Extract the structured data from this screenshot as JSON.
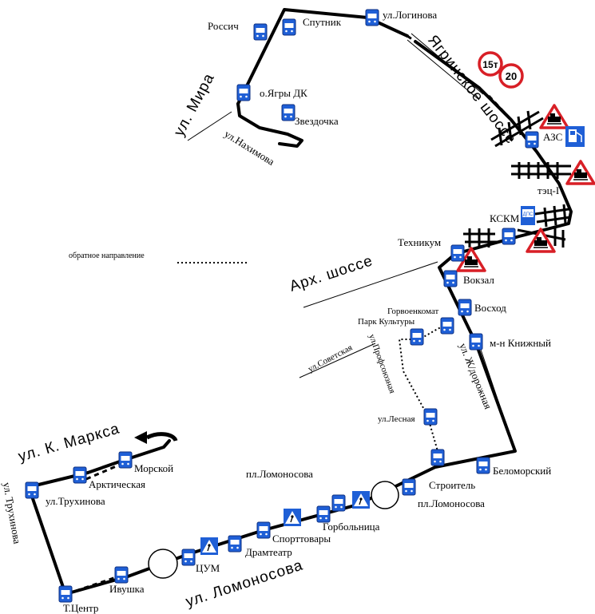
{
  "streets": {
    "mira": "ул. Мира",
    "nakhimova": "ул.Нахимова",
    "yagrinskoe": "Ягринское шоссе",
    "arkh": "Арх. шоссе",
    "sovetskaya": "ул.Советская",
    "profsoyuznaya": "ул.Профсоюзная",
    "zheldorozhnaya": "ул. Ж/дорожная",
    "kmarksa": "ул. К. Маркса",
    "trukhinova": "ул. Трухинова",
    "lomonosova": "ул. Ломоносова"
  },
  "legend": {
    "reverse_direction": "обратное направление"
  },
  "stops": {
    "rossich": "Россич",
    "sputnik": "Спутник",
    "loginova": "ул.Логинова",
    "yagry_dk": "о.Ягры ДК",
    "zvezdochka": "Звездочка",
    "azs": "АЗС",
    "tec": "тэц-I",
    "kskm": "КСКМ",
    "tekhnikum": "Техникум",
    "vokzal": "Вокзал",
    "voskhod": "Восход",
    "gorvoenkomat": "Горвоенкомат",
    "park_kultury": "Парк Культуры",
    "knizhny": "м-н Книжный",
    "lesnaya": "ул.Лесная",
    "belomorsky": "Беломорский",
    "stroitel": "Строитель",
    "pl_lomonosova_left": "пл.Ломоносова",
    "pl_lomonosova_right": "пл.Ломоносова",
    "gorbolnitsa": "Горбольница",
    "sporttovary": "Спорттовары",
    "dramteatr": "Драмтеатр",
    "tsum": "ЦУМ",
    "ivushka": "Ивушка",
    "t_tsentr": "Т.Центр",
    "trukhinova_stop": "ул.Трухинова",
    "arkticheskaya": "Арктическая",
    "morskoy": "Морской"
  },
  "signs": {
    "weight_limit": "15т",
    "speed_limit": "20",
    "dps": "ДПС"
  },
  "icons": [
    "bus-stop-icon",
    "railway-crossing-warning-icon",
    "gas-station-icon",
    "police-post-icon",
    "pedestrian-crossing-icon",
    "roundabout-icon",
    "direction-arrow-icon"
  ],
  "colors": {
    "route": "#000000",
    "stop": "#1f5fd6",
    "warning": "#d81f26"
  }
}
